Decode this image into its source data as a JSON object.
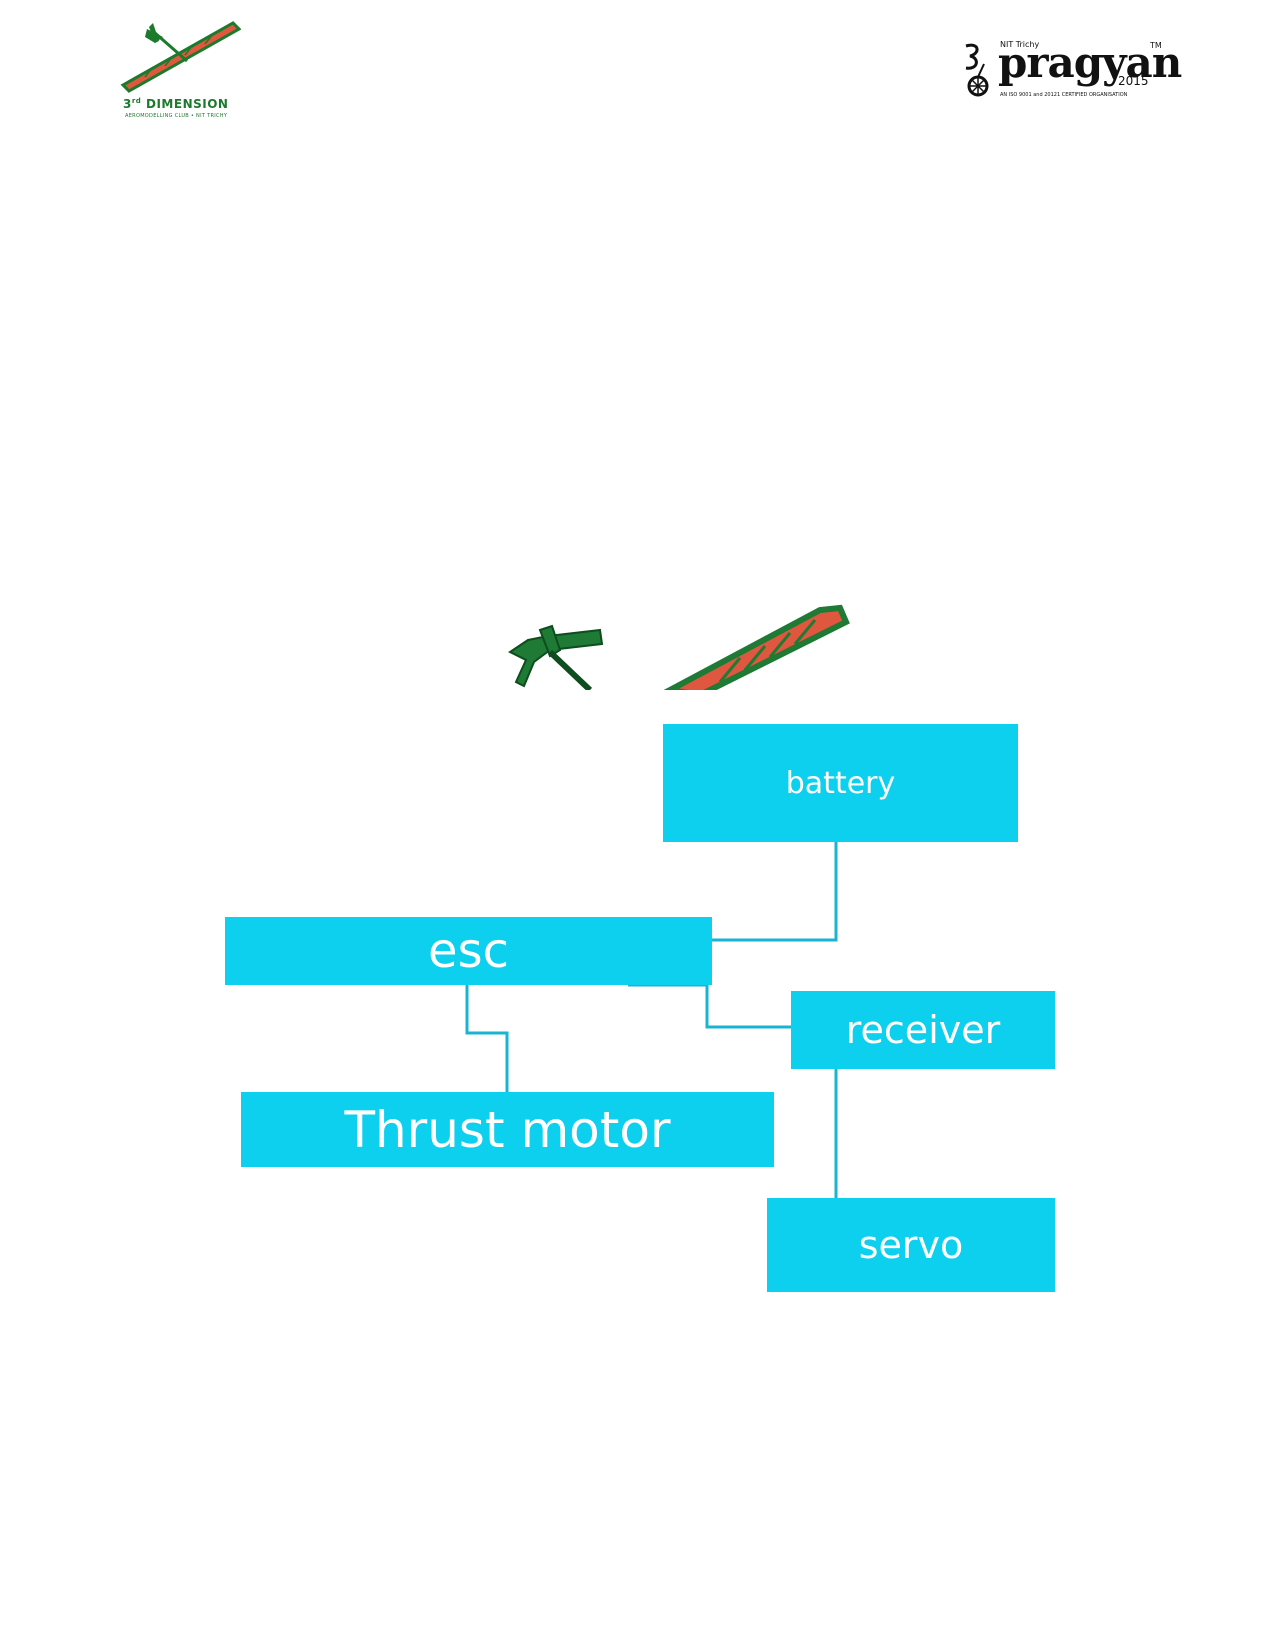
{
  "header": {
    "left_logo": {
      "name": "3rd Dimension",
      "brand_prefix": "3",
      "brand_sup": "rd",
      "brand_text": " DIMENSION",
      "subtitle": "AEROMODELLING CLUB • NIT TRICHY",
      "icon": "glider-plane-icon"
    },
    "right_logo": {
      "top_text": "NIT Trichy",
      "word": "pragyan",
      "year": "2015",
      "tm": "TM",
      "cert_text": "AN ISO 9001 and 20121 CERTIFIED ORGANISATION",
      "icon": "unicycle-icon"
    }
  },
  "diagram": {
    "nodes": {
      "battery": "battery",
      "esc": "esc",
      "receiver": "receiver",
      "thrust_motor": "Thrust motor",
      "servo": "servo"
    },
    "edges": [
      [
        "battery",
        "esc"
      ],
      [
        "esc",
        "receiver"
      ],
      [
        "esc",
        "thrust_motor"
      ],
      [
        "receiver",
        "servo"
      ]
    ]
  },
  "colors": {
    "node_fill": "#0cd0ee",
    "node_text": "#ffffff",
    "connector": "#19b4d2",
    "logo_green": "#1b7a2c",
    "logo_red": "#e0573f"
  }
}
